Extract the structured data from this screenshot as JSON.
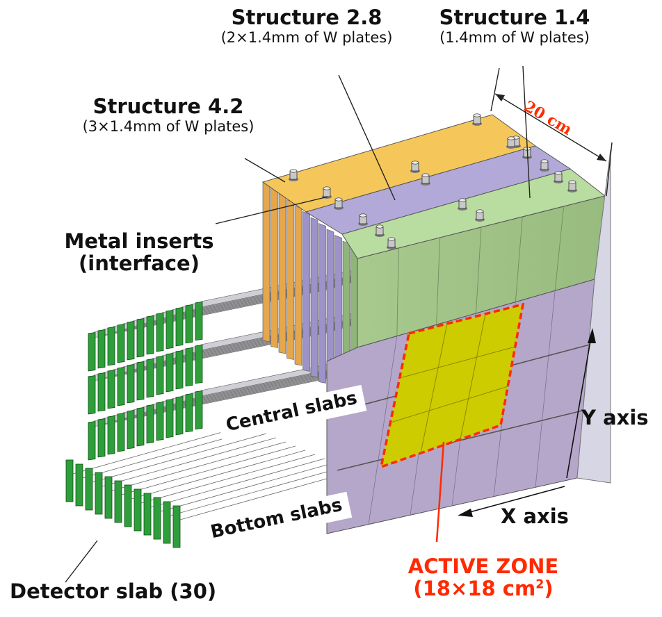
{
  "structures": [
    {
      "id": "s28",
      "title": "Structure 2.8",
      "subtitle": "(2×1.4mm of W plates)"
    },
    {
      "id": "s14",
      "title": "Structure 1.4",
      "subtitle": "(1.4mm of W plates)"
    },
    {
      "id": "s42",
      "title": "Structure 4.2",
      "subtitle": "(3×1.4mm of W plates)"
    }
  ],
  "metal_inserts": {
    "line1": "Metal inserts",
    "line2": "(interface)"
  },
  "dimension": "20 cm",
  "central_slabs": "Central slabs",
  "bottom_slabs": "Bottom slabs",
  "y_axis": "Y axis",
  "x_axis": "X axis",
  "detector_slab": "Detector slab (30)",
  "active_zone": {
    "line1": "ACTIVE ZONE",
    "line2_prefix": "(18×18 cm",
    "line2_sup": "2",
    "line2_suffix": ")"
  },
  "colors": {
    "structure_1_4": "#b9dca0",
    "structure_2_8": "#b2a9d9",
    "structure_4_2": "#f5c75a",
    "front_face": "#b5a7c9",
    "active_zone": "#cccc00",
    "active_border": "#ff2a00",
    "pcb_green": "#2e9e3a"
  }
}
